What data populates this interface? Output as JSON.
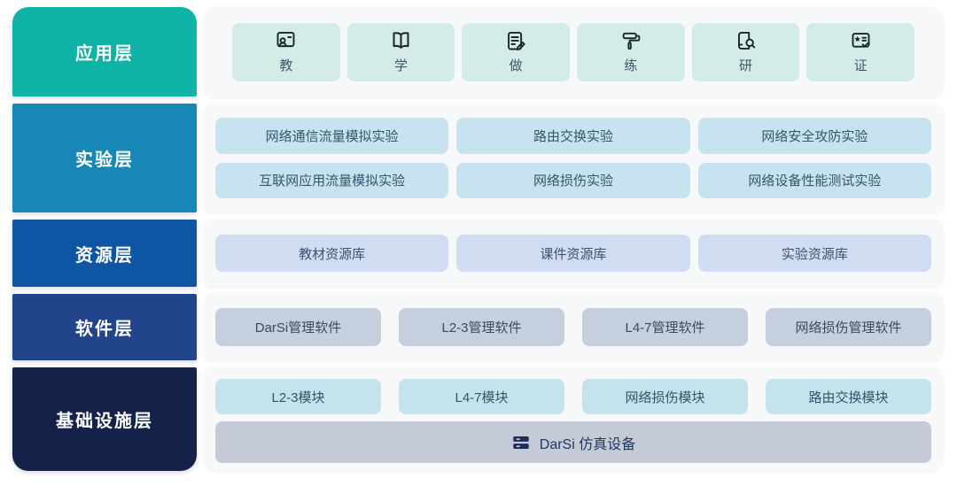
{
  "diagram": {
    "title": "layered-architecture-diagram",
    "colors": {
      "application_band": "#0fb3a6",
      "experiment_band": "#1787b6",
      "resource_band": "#0e55a4",
      "software_band": "#21448a",
      "infrastructure_band": "#14224a",
      "application_chip": "#d5ebe7",
      "experiment_chip": "#c8e3f0",
      "resource_chip": "#cfdcf1",
      "software_chip": "#c6cfdd",
      "module_chip": "#c5e3ed",
      "device_bar": "#c5cbd6",
      "panel_background": "#f7f8fa",
      "band_text": "#ffffff"
    }
  },
  "layers": [
    {
      "label": "应用层",
      "items": [
        {
          "icon": "teacher-board-icon",
          "label": "教"
        },
        {
          "icon": "open-book-icon",
          "label": "学"
        },
        {
          "icon": "document-pencil-icon",
          "label": "做"
        },
        {
          "icon": "paint-roller-icon",
          "label": "练"
        },
        {
          "icon": "book-magnifier-icon",
          "label": "研"
        },
        {
          "icon": "certificate-check-icon",
          "label": "证"
        }
      ]
    },
    {
      "label": "实验层",
      "items": [
        "网络通信流量模拟实验",
        "路由交换实验",
        "网络安全攻防实验",
        "互联网应用流量模拟实验",
        "网络损伤实验",
        "网络设备性能测试实验"
      ]
    },
    {
      "label": "资源层",
      "items": [
        "教材资源库",
        "课件资源库",
        "实验资源库"
      ]
    },
    {
      "label": "软件层",
      "items": [
        "DarSi管理软件",
        "L2-3管理软件",
        "L4-7管理软件",
        "网络损伤管理软件"
      ]
    },
    {
      "label": "基础设施层",
      "items": [
        "L2-3模块",
        "L4-7模块",
        "网络损伤模块",
        "路由交换模块"
      ],
      "device": {
        "icon": "server-stack-icon",
        "label": "DarSi 仿真设备"
      }
    }
  ]
}
